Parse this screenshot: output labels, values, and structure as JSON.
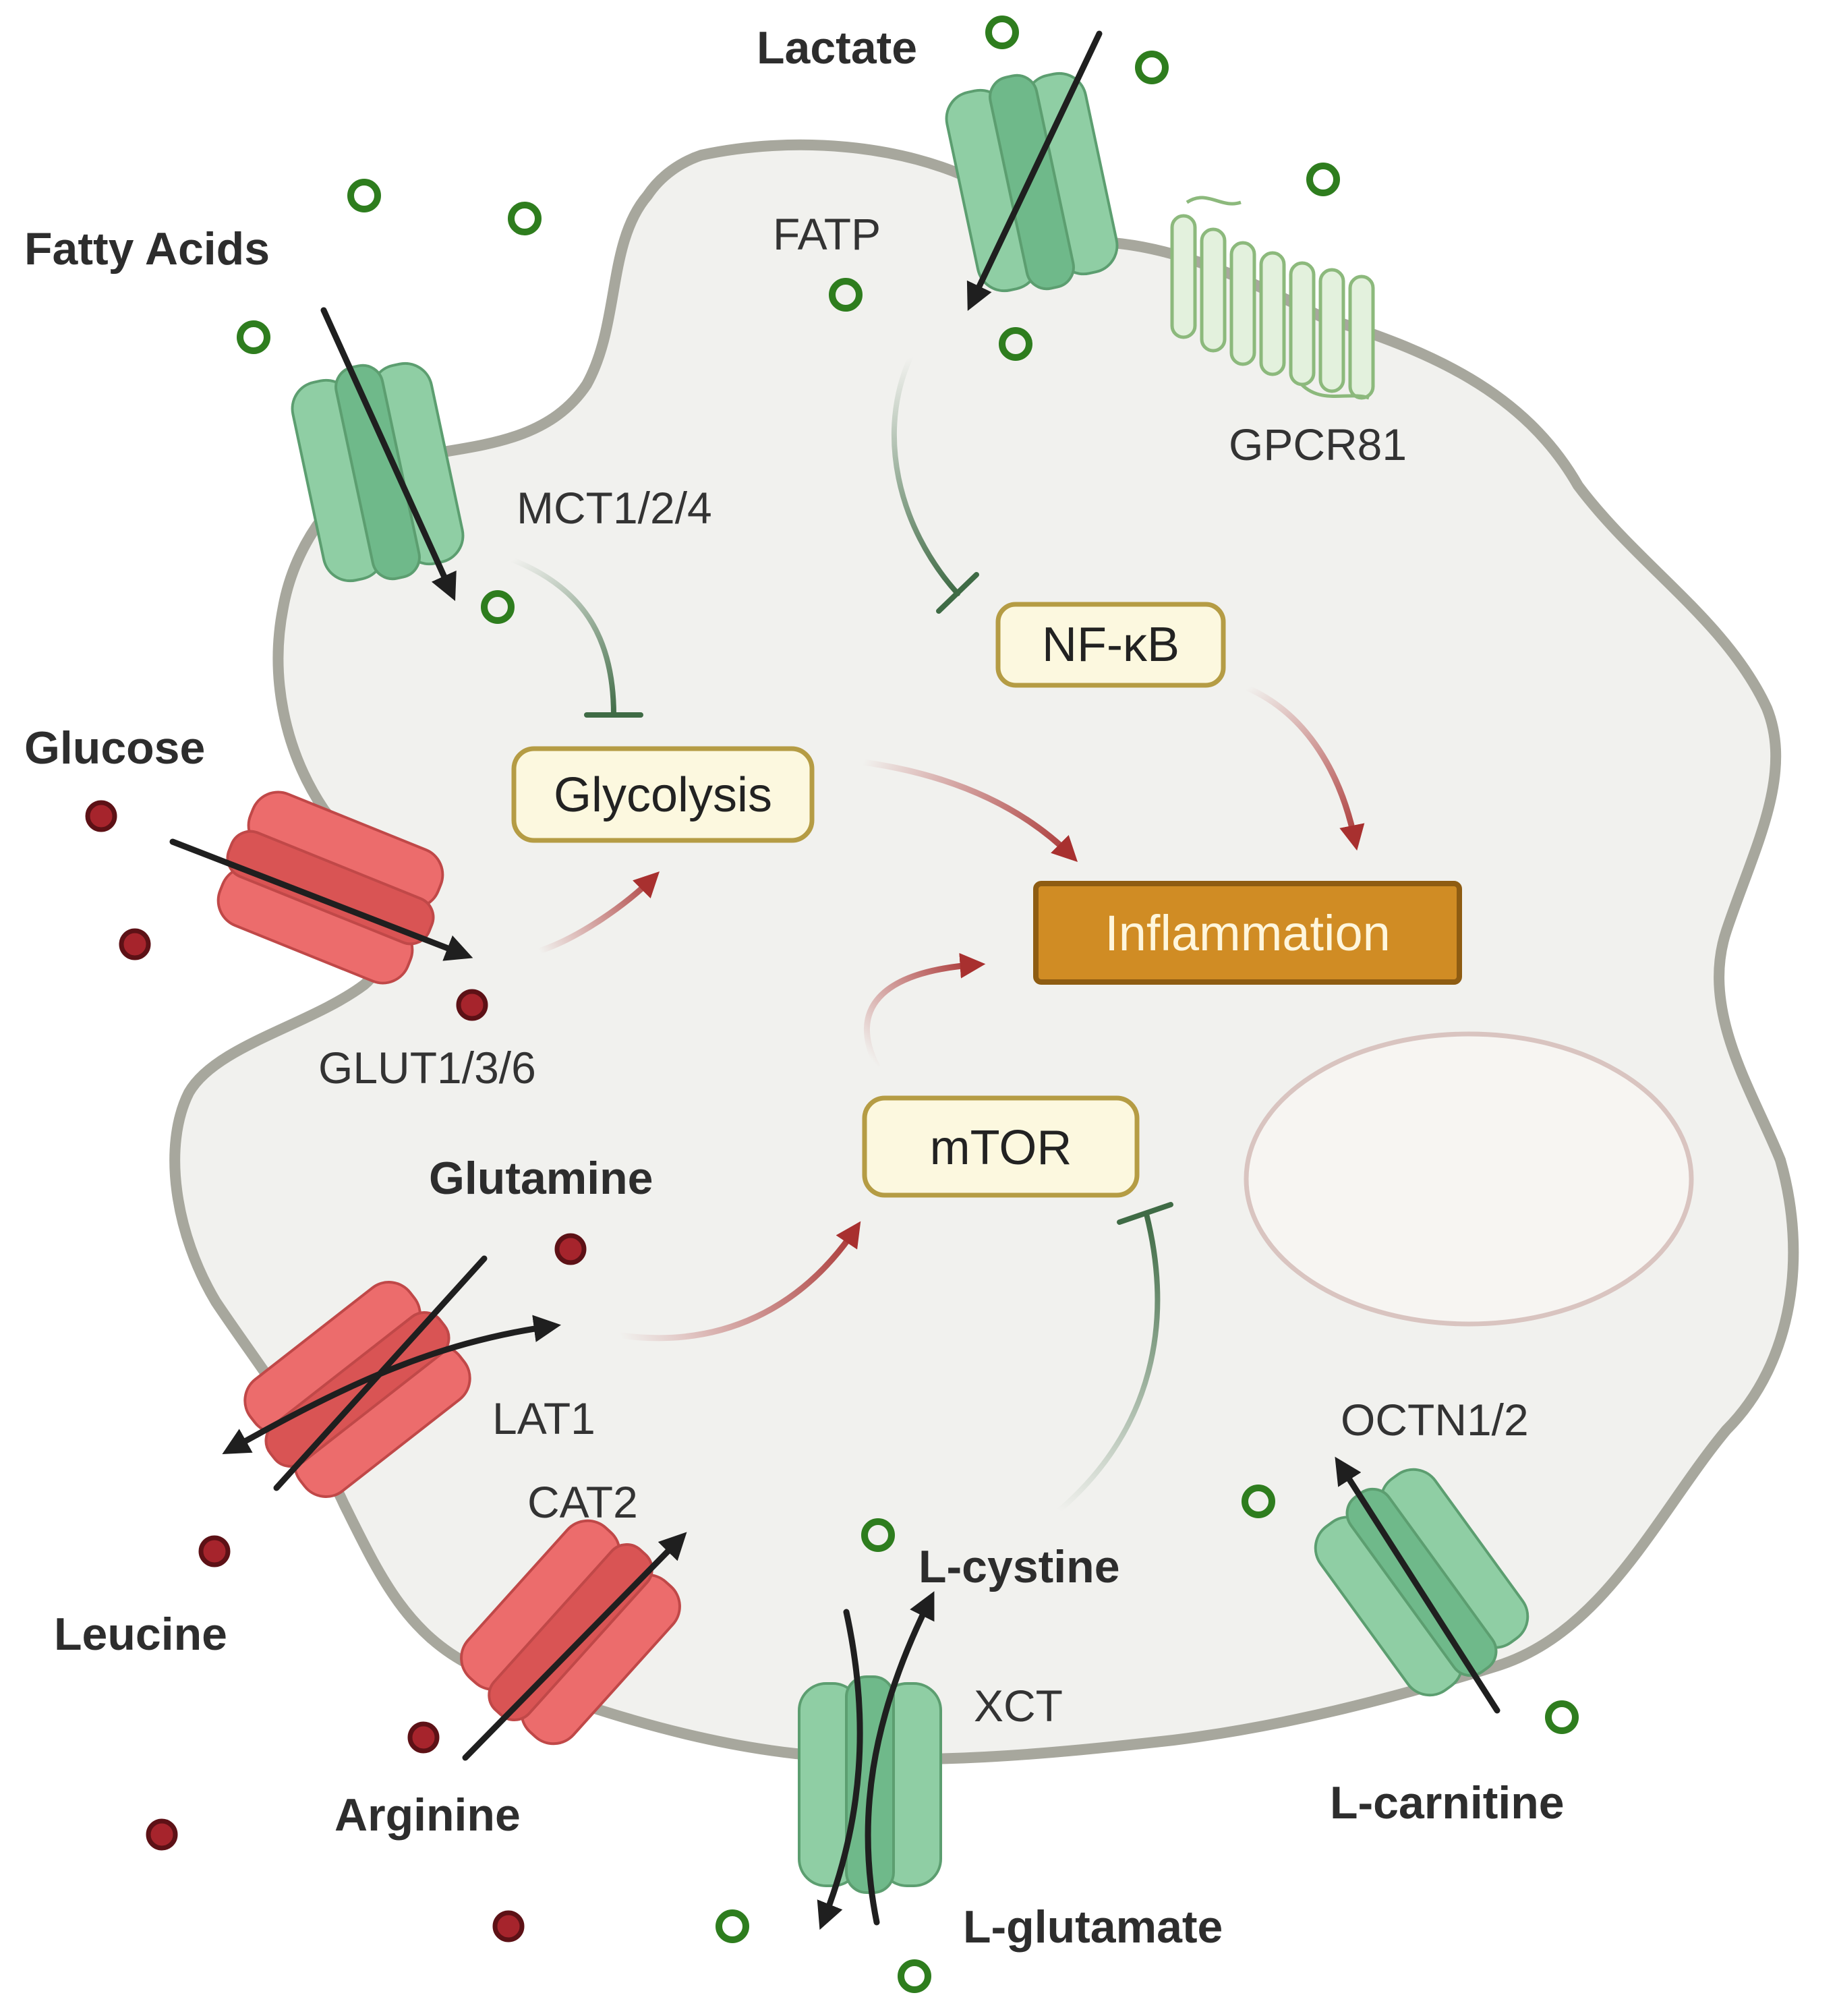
{
  "metabolites": {
    "lactate": "Lactate",
    "fatty_acids": "Fatty Acids",
    "glucose": "Glucose",
    "glutamine": "Glutamine",
    "leucine": "Leucine",
    "arginine": "Arginine",
    "l_cystine": "L-cystine",
    "l_glutamate": "L-glutamate",
    "l_carnitine": "L-carnitine"
  },
  "transporters": {
    "fatp": "FATP",
    "gpcr81": "GPCR81",
    "mct": "MCT1/2/4",
    "glut": "GLUT1/3/6",
    "lat1": "LAT1",
    "cat2": "CAT2",
    "xct": "XCT",
    "octn": "OCTN1/2"
  },
  "nodes": {
    "nfkb": "NF-κB",
    "glycolysis": "Glycolysis",
    "inflammation": "Inflammation",
    "mtor": "mTOR"
  },
  "colors": {
    "cell_fill": "#f1f1ee",
    "membrane": "#a7a79d",
    "green_transporter": "#8fcea4",
    "red_transporter": "#ec6c6c",
    "activation_arrow": "#a8302f",
    "inhibition_line": "#3f6b45",
    "node_fill": "#fcf8df",
    "node_border": "#b59c44",
    "inflammation_fill": "#d08c24",
    "green_dot": "#2e7d1e",
    "red_dot": "#a6242c"
  }
}
